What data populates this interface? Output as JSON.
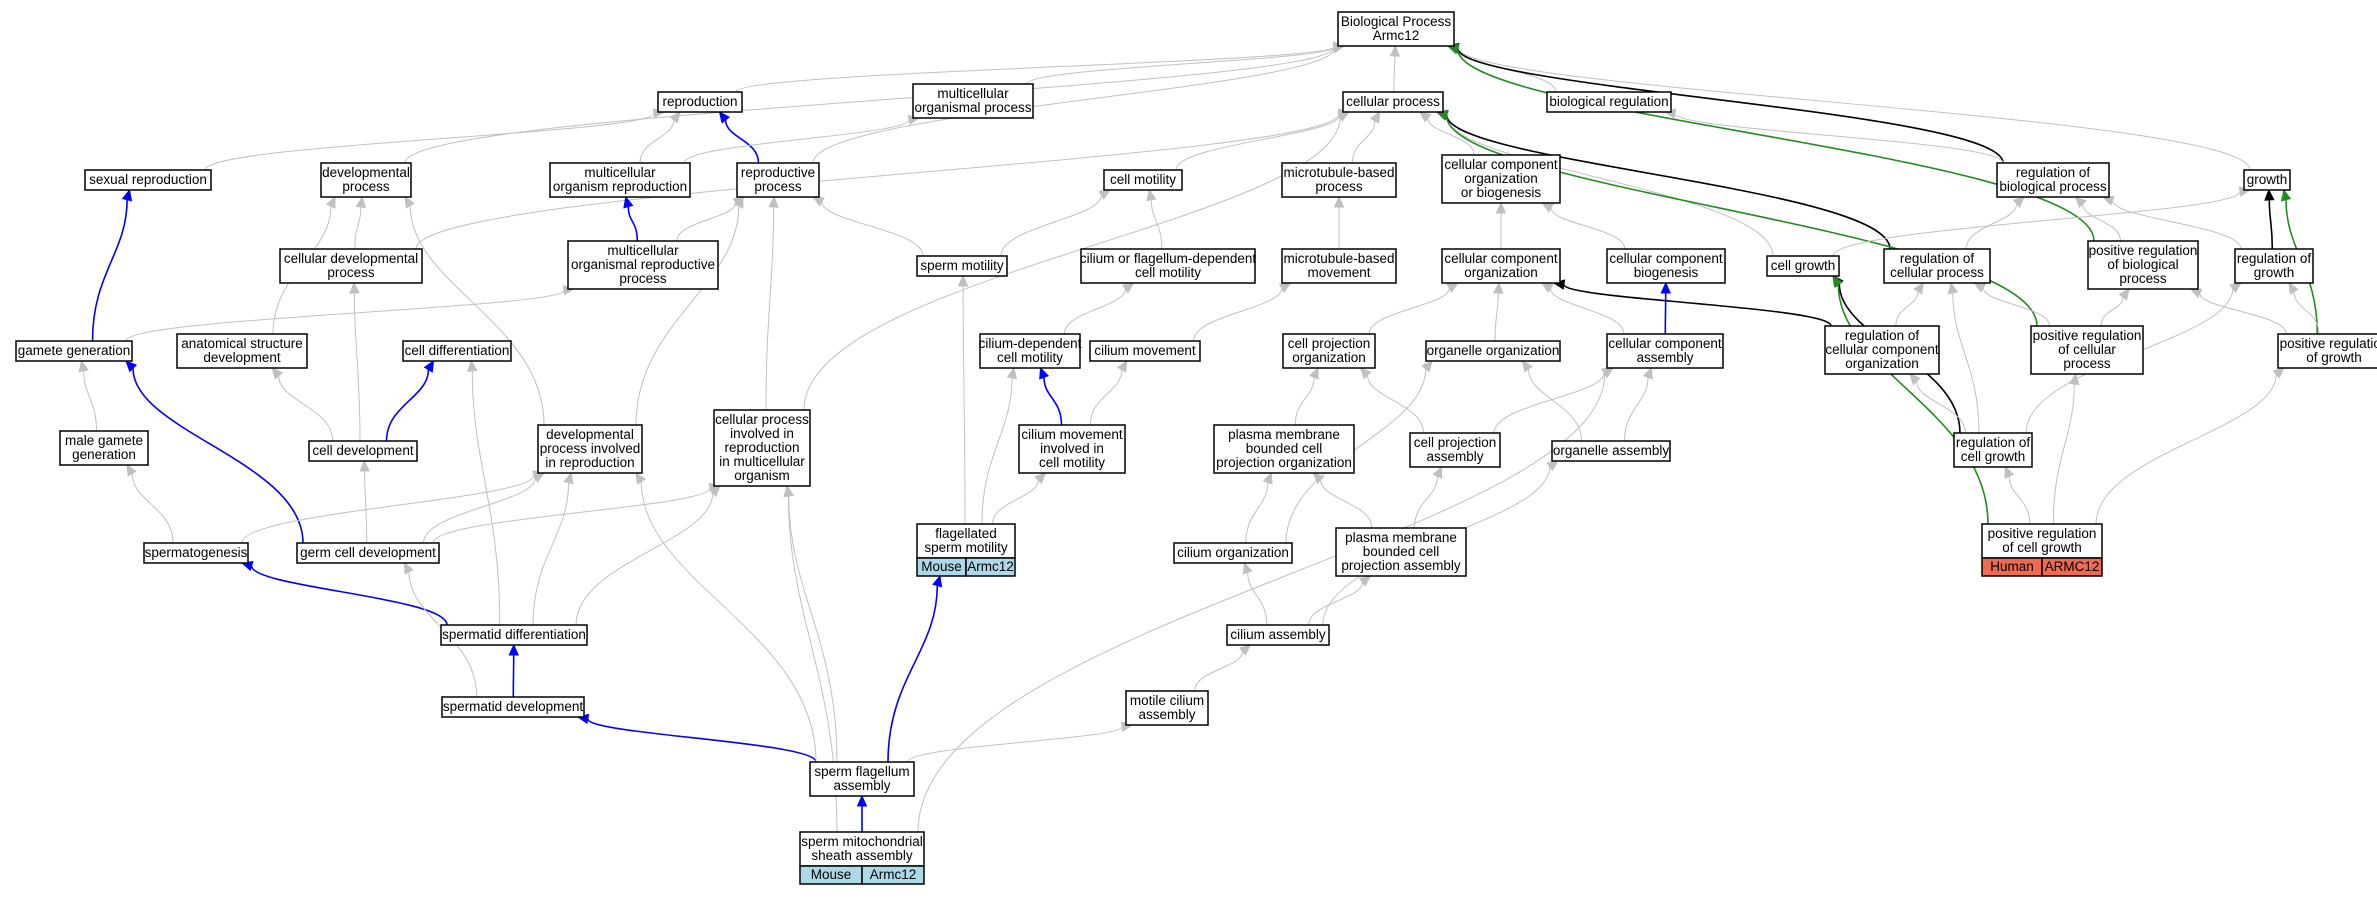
{
  "colors": {
    "edge_default": "#c0c0c0",
    "edge_part_of": "#0000ff",
    "edge_regulates": "#000000",
    "edge_pos_regulates": "#228b22",
    "mouse_annotation": "#add8e6",
    "human_annotation": "#ee6a50"
  },
  "nodes": [
    {
      "id": "bp",
      "lines": [
        "Biological Process",
        "Armc12"
      ]
    },
    {
      "id": "reproduction",
      "lines": [
        "reproduction"
      ]
    },
    {
      "id": "multicellular_organismal_process",
      "lines": [
        "multicellular",
        "organismal process"
      ]
    },
    {
      "id": "cellular_process",
      "lines": [
        "cellular process"
      ]
    },
    {
      "id": "biological_regulation",
      "lines": [
        "biological regulation"
      ]
    },
    {
      "id": "sexual_reproduction",
      "lines": [
        "sexual reproduction"
      ]
    },
    {
      "id": "developmental_process",
      "lines": [
        "developmental",
        "process"
      ]
    },
    {
      "id": "multicellular_organism_reproduction",
      "lines": [
        "multicellular",
        "organism reproduction"
      ]
    },
    {
      "id": "reproductive_process",
      "lines": [
        "reproductive",
        "process"
      ]
    },
    {
      "id": "cell_motility",
      "lines": [
        "cell motility"
      ]
    },
    {
      "id": "microtubule_based_process",
      "lines": [
        "microtubule-based",
        "process"
      ]
    },
    {
      "id": "ccob",
      "lines": [
        "cellular component",
        "organization",
        "or biogenesis"
      ]
    },
    {
      "id": "regulation_of_biological_process",
      "lines": [
        "regulation of",
        "biological process"
      ]
    },
    {
      "id": "growth",
      "lines": [
        "growth"
      ]
    },
    {
      "id": "cellular_developmental_process",
      "lines": [
        "cellular developmental",
        "process"
      ]
    },
    {
      "id": "multicellular_organismal_reproductive_process",
      "lines": [
        "multicellular",
        "organismal reproductive",
        "process"
      ]
    },
    {
      "id": "sperm_motility",
      "lines": [
        "sperm motility"
      ]
    },
    {
      "id": "cilium_or_flagellum_dependent_cell_motility",
      "lines": [
        "cilium or flagellum-dependent",
        "cell motility"
      ]
    },
    {
      "id": "microtubule_based_movement",
      "lines": [
        "microtubule-based",
        "movement"
      ]
    },
    {
      "id": "cellular_component_organization",
      "lines": [
        "cellular component",
        "organization"
      ]
    },
    {
      "id": "cellular_component_biogenesis",
      "lines": [
        "cellular component",
        "biogenesis"
      ]
    },
    {
      "id": "cell_growth",
      "lines": [
        "cell growth"
      ]
    },
    {
      "id": "regulation_of_cellular_process",
      "lines": [
        "regulation of",
        "cellular process"
      ]
    },
    {
      "id": "positive_regulation_of_biological_process",
      "lines": [
        "positive regulation",
        "of biological",
        "process"
      ]
    },
    {
      "id": "regulation_of_growth",
      "lines": [
        "regulation of",
        "growth"
      ]
    },
    {
      "id": "gamete_generation",
      "lines": [
        "gamete generation"
      ]
    },
    {
      "id": "anatomical_structure_development",
      "lines": [
        "anatomical structure",
        "development"
      ]
    },
    {
      "id": "cell_differentiation",
      "lines": [
        "cell differentiation"
      ]
    },
    {
      "id": "cilium_dependent_cell_motility",
      "lines": [
        "cilium-dependent",
        "cell motility"
      ]
    },
    {
      "id": "cilium_movement",
      "lines": [
        "cilium movement"
      ]
    },
    {
      "id": "cell_projection_organization",
      "lines": [
        "cell projection",
        "organization"
      ]
    },
    {
      "id": "organelle_organization",
      "lines": [
        "organelle organization"
      ]
    },
    {
      "id": "cellular_component_assembly",
      "lines": [
        "cellular component",
        "assembly"
      ]
    },
    {
      "id": "regulation_of_cellular_component_organization",
      "lines": [
        "regulation of",
        "cellular component",
        "organization"
      ]
    },
    {
      "id": "positive_regulation_of_cellular_process",
      "lines": [
        "positive regulation",
        "of cellular",
        "process"
      ]
    },
    {
      "id": "positive_regulation_of_growth",
      "lines": [
        "positive regulation",
        "of growth"
      ]
    },
    {
      "id": "male_gamete_generation",
      "lines": [
        "male gamete",
        "generation"
      ]
    },
    {
      "id": "cell_development",
      "lines": [
        "cell development"
      ]
    },
    {
      "id": "developmental_process_involved_in_reproduction",
      "lines": [
        "developmental",
        "process involved",
        "in reproduction"
      ]
    },
    {
      "id": "cellular_process_involved_in_reproduction",
      "lines": [
        "cellular process",
        "involved in",
        "reproduction",
        "in multicellular",
        "organism"
      ]
    },
    {
      "id": "cilium_movement_involved_in_cell_motility",
      "lines": [
        "cilium movement",
        "involved in",
        "cell motility"
      ]
    },
    {
      "id": "plasma_membrane_bounded_cell_projection_organization",
      "lines": [
        "plasma membrane",
        "bounded cell",
        "projection organization"
      ]
    },
    {
      "id": "cell_projection_assembly",
      "lines": [
        "cell projection",
        "assembly"
      ]
    },
    {
      "id": "organelle_assembly",
      "lines": [
        "organelle assembly"
      ]
    },
    {
      "id": "regulation_of_cell_growth",
      "lines": [
        "regulation of",
        "cell growth"
      ]
    },
    {
      "id": "spermatogenesis",
      "lines": [
        "spermatogenesis"
      ]
    },
    {
      "id": "germ_cell_development",
      "lines": [
        "germ cell development"
      ]
    },
    {
      "id": "flagellated_sperm_motility",
      "lines": [
        "flagellated",
        "sperm motility"
      ],
      "annotation": {
        "species": "Mouse",
        "gene": "Armc12",
        "color": "#add8e6"
      }
    },
    {
      "id": "cilium_organization",
      "lines": [
        "cilium organization"
      ]
    },
    {
      "id": "plasma_membrane_bounded_cell_projection_assembly",
      "lines": [
        "plasma membrane",
        "bounded cell",
        "projection assembly"
      ]
    },
    {
      "id": "positive_regulation_of_cell_growth",
      "lines": [
        "positive regulation",
        "of cell growth"
      ],
      "annotation": {
        "species": "Human",
        "gene": "ARMC12",
        "color": "#ee6a50"
      }
    },
    {
      "id": "spermatid_differentiation",
      "lines": [
        "spermatid differentiation"
      ]
    },
    {
      "id": "cilium_assembly",
      "lines": [
        "cilium assembly"
      ]
    },
    {
      "id": "spermatid_development",
      "lines": [
        "spermatid development"
      ]
    },
    {
      "id": "motile_cilium_assembly",
      "lines": [
        "motile cilium",
        "assembly"
      ]
    },
    {
      "id": "sperm_flagellum_assembly",
      "lines": [
        "sperm flagellum",
        "assembly"
      ]
    },
    {
      "id": "sperm_mitochondrial_sheath_assembly",
      "lines": [
        "sperm mitochondrial",
        "sheath assembly"
      ],
      "annotation": {
        "species": "Mouse",
        "gene": "Armc12",
        "color": "#add8e6"
      }
    }
  ],
  "edges": [
    [
      "reproduction",
      "bp",
      "is_a"
    ],
    [
      "multicellular_organismal_process",
      "bp",
      "is_a"
    ],
    [
      "cellular_process",
      "bp",
      "is_a"
    ],
    [
      "biological_regulation",
      "bp",
      "is_a"
    ],
    [
      "developmental_process",
      "bp",
      "is_a"
    ],
    [
      "reproductive_process",
      "bp",
      "is_a"
    ],
    [
      "growth",
      "bp",
      "is_a"
    ],
    [
      "regulation_of_biological_process",
      "bp",
      "regulates"
    ],
    [
      "positive_regulation_of_biological_process",
      "bp",
      "positively_regulates"
    ],
    [
      "sexual_reproduction",
      "reproduction",
      "is_a"
    ],
    [
      "multicellular_organism_reproduction",
      "reproduction",
      "is_a"
    ],
    [
      "reproductive_process",
      "reproduction",
      "part_of"
    ],
    [
      "multicellular_organism_reproduction",
      "multicellular_organismal_process",
      "is_a"
    ],
    [
      "cell_motility",
      "cellular_process",
      "is_a"
    ],
    [
      "microtubule_based_process",
      "cellular_process",
      "is_a"
    ],
    [
      "ccob",
      "cellular_process",
      "is_a"
    ],
    [
      "cell_growth",
      "cellular_process",
      "is_a"
    ],
    [
      "cellular_developmental_process",
      "cellular_process",
      "is_a"
    ],
    [
      "cellular_process_involved_in_reproduction",
      "cellular_process",
      "is_a"
    ],
    [
      "regulation_of_cellular_process",
      "cellular_process",
      "regulates"
    ],
    [
      "positive_regulation_of_cellular_process",
      "cellular_process",
      "positively_regulates"
    ],
    [
      "regulation_of_biological_process",
      "biological_regulation",
      "is_a"
    ],
    [
      "gamete_generation",
      "sexual_reproduction",
      "part_of"
    ],
    [
      "cellular_developmental_process",
      "developmental_process",
      "is_a"
    ],
    [
      "anatomical_structure_development",
      "developmental_process",
      "is_a"
    ],
    [
      "developmental_process_involved_in_reproduction",
      "developmental_process",
      "is_a"
    ],
    [
      "multicellular_organismal_reproductive_process",
      "multicellular_organism_reproduction",
      "part_of"
    ],
    [
      "multicellular_organismal_reproductive_process",
      "reproductive_process",
      "is_a"
    ],
    [
      "sperm_motility",
      "reproductive_process",
      "is_a"
    ],
    [
      "developmental_process_involved_in_reproduction",
      "reproductive_process",
      "is_a"
    ],
    [
      "cellular_process_involved_in_reproduction",
      "reproductive_process",
      "is_a"
    ],
    [
      "sperm_motility",
      "cell_motility",
      "is_a"
    ],
    [
      "cilium_or_flagellum_dependent_cell_motility",
      "cell_motility",
      "is_a"
    ],
    [
      "microtubule_based_movement",
      "microtubule_based_process",
      "is_a"
    ],
    [
      "cellular_component_organization",
      "ccob",
      "is_a"
    ],
    [
      "cellular_component_biogenesis",
      "ccob",
      "is_a"
    ],
    [
      "regulation_of_cellular_process",
      "regulation_of_biological_process",
      "is_a"
    ],
    [
      "positive_regulation_of_biological_process",
      "regulation_of_biological_process",
      "is_a"
    ],
    [
      "regulation_of_growth",
      "regulation_of_biological_process",
      "is_a"
    ],
    [
      "cell_growth",
      "growth",
      "is_a"
    ],
    [
      "regulation_of_growth",
      "growth",
      "regulates"
    ],
    [
      "positive_regulation_of_growth",
      "growth",
      "positively_regulates"
    ],
    [
      "gamete_generation",
      "multicellular_organismal_reproductive_process",
      "is_a"
    ],
    [
      "cilium_dependent_cell_motility",
      "cilium_or_flagellum_dependent_cell_motility",
      "is_a"
    ],
    [
      "cilium_movement",
      "microtubule_based_movement",
      "is_a"
    ],
    [
      "cell_projection_organization",
      "cellular_component_organization",
      "is_a"
    ],
    [
      "organelle_organization",
      "cellular_component_organization",
      "is_a"
    ],
    [
      "cellular_component_assembly",
      "cellular_component_organization",
      "is_a"
    ],
    [
      "regulation_of_cellular_component_organization",
      "cellular_component_organization",
      "regulates"
    ],
    [
      "cellular_component_assembly",
      "cellular_component_biogenesis",
      "part_of"
    ],
    [
      "regulation_of_cellular_component_organization",
      "regulation_of_cellular_process",
      "is_a"
    ],
    [
      "regulation_of_cell_growth",
      "regulation_of_cellular_process",
      "is_a"
    ],
    [
      "positive_regulation_of_cellular_process",
      "regulation_of_cellular_process",
      "is_a"
    ],
    [
      "positive_regulation_of_cellular_process",
      "positive_regulation_of_biological_process",
      "is_a"
    ],
    [
      "positive_regulation_of_growth",
      "positive_regulation_of_biological_process",
      "is_a"
    ],
    [
      "regulation_of_cell_growth",
      "regulation_of_growth",
      "is_a"
    ],
    [
      "positive_regulation_of_growth",
      "regulation_of_growth",
      "is_a"
    ],
    [
      "male_gamete_generation",
      "gamete_generation",
      "is_a"
    ],
    [
      "germ_cell_development",
      "gamete_generation",
      "part_of"
    ],
    [
      "cell_development",
      "anatomical_structure_development",
      "is_a"
    ],
    [
      "cell_development",
      "cellular_developmental_process",
      "is_a"
    ],
    [
      "cell_development",
      "cell_differentiation",
      "part_of"
    ],
    [
      "spermatid_differentiation",
      "cell_differentiation",
      "is_a"
    ],
    [
      "flagellated_sperm_motility",
      "cilium_dependent_cell_motility",
      "is_a"
    ],
    [
      "cilium_movement_involved_in_cell_motility",
      "cilium_dependent_cell_motility",
      "part_of"
    ],
    [
      "cilium_movement_involved_in_cell_motility",
      "cilium_movement",
      "is_a"
    ],
    [
      "plasma_membrane_bounded_cell_projection_organization",
      "cell_projection_organization",
      "is_a"
    ],
    [
      "cell_projection_assembly",
      "cell_projection_organization",
      "is_a"
    ],
    [
      "cell_projection_assembly",
      "cellular_component_assembly",
      "is_a"
    ],
    [
      "organelle_assembly",
      "organelle_organization",
      "is_a"
    ],
    [
      "organelle_assembly",
      "cellular_component_assembly",
      "is_a"
    ],
    [
      "cilium_organization",
      "organelle_organization",
      "is_a"
    ],
    [
      "sperm_mitochondrial_sheath_assembly",
      "cellular_component_assembly",
      "is_a"
    ],
    [
      "regulation_of_cell_growth",
      "cell_growth",
      "regulates"
    ],
    [
      "regulation_of_cell_growth",
      "regulation_of_cellular_component_organization",
      "is_a"
    ],
    [
      "positive_regulation_of_cell_growth",
      "regulation_of_cell_growth",
      "is_a"
    ],
    [
      "positive_regulation_of_cell_growth",
      "positive_regulation_of_cellular_process",
      "is_a"
    ],
    [
      "positive_regulation_of_cell_growth",
      "positive_regulation_of_growth",
      "is_a"
    ],
    [
      "positive_regulation_of_cell_growth",
      "cell_growth",
      "positively_regulates"
    ],
    [
      "spermatogenesis",
      "male_gamete_generation",
      "is_a"
    ],
    [
      "germ_cell_development",
      "cell_development",
      "is_a"
    ],
    [
      "germ_cell_development",
      "developmental_process_involved_in_reproduction",
      "is_a"
    ],
    [
      "germ_cell_development",
      "cellular_process_involved_in_reproduction",
      "is_a"
    ],
    [
      "spermatogenesis",
      "developmental_process_involved_in_reproduction",
      "is_a"
    ],
    [
      "spermatid_differentiation",
      "developmental_process_involved_in_reproduction",
      "is_a"
    ],
    [
      "spermatid_differentiation",
      "cellular_process_involved_in_reproduction",
      "is_a"
    ],
    [
      "spermatid_differentiation",
      "spermatogenesis",
      "part_of"
    ],
    [
      "flagellated_sperm_motility",
      "sperm_motility",
      "is_a"
    ],
    [
      "flagellated_sperm_motility",
      "cilium_movement_involved_in_cell_motility",
      "is_a"
    ],
    [
      "cilium_organization",
      "plasma_membrane_bounded_cell_projection_organization",
      "is_a"
    ],
    [
      "plasma_membrane_bounded_cell_projection_assembly",
      "plasma_membrane_bounded_cell_projection_organization",
      "is_a"
    ],
    [
      "plasma_membrane_bounded_cell_projection_assembly",
      "cell_projection_assembly",
      "is_a"
    ],
    [
      "cilium_assembly",
      "cilium_organization",
      "is_a"
    ],
    [
      "cilium_assembly",
      "plasma_membrane_bounded_cell_projection_assembly",
      "is_a"
    ],
    [
      "cilium_assembly",
      "organelle_assembly",
      "is_a"
    ],
    [
      "spermatid_development",
      "spermatid_differentiation",
      "part_of"
    ],
    [
      "spermatid_development",
      "germ_cell_development",
      "is_a"
    ],
    [
      "motile_cilium_assembly",
      "cilium_assembly",
      "is_a"
    ],
    [
      "sperm_flagellum_assembly",
      "spermatid_development",
      "part_of"
    ],
    [
      "sperm_flagellum_assembly",
      "motile_cilium_assembly",
      "is_a"
    ],
    [
      "sperm_flagellum_assembly",
      "flagellated_sperm_motility",
      "part_of"
    ],
    [
      "sperm_flagellum_assembly",
      "cellular_process_involved_in_reproduction",
      "is_a"
    ],
    [
      "sperm_flagellum_assembly",
      "developmental_process_involved_in_reproduction",
      "is_a"
    ],
    [
      "sperm_mitochondrial_sheath_assembly",
      "sperm_flagellum_assembly",
      "part_of"
    ],
    [
      "sperm_mitochondrial_sheath_assembly",
      "cellular_process_involved_in_reproduction",
      "is_a"
    ]
  ]
}
